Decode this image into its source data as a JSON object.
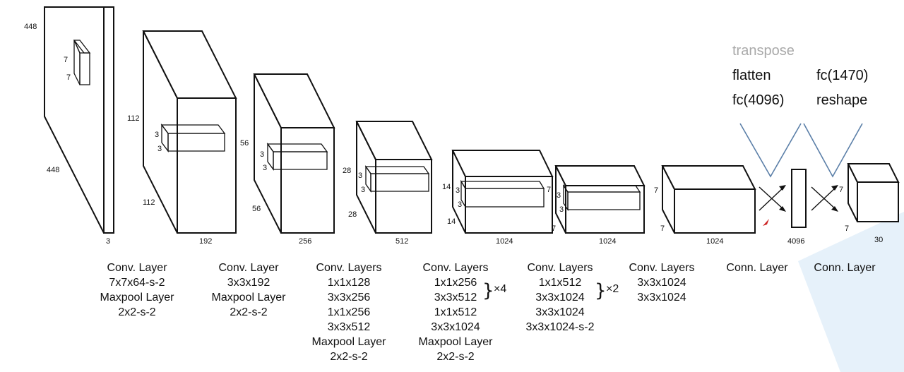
{
  "annotations": {
    "transpose": "transpose",
    "flatten": "flatten",
    "fc_4096": "fc(4096)",
    "fc_1470": "fc(1470)",
    "reshape": "reshape"
  },
  "dims": {
    "input_h": "448",
    "input_w": "448",
    "input_c": "3",
    "k1_h": "7",
    "k1_w": "7",
    "l1_h": "112",
    "l1_w": "112",
    "l1_c": "192",
    "k2_h": "3",
    "k2_w": "3",
    "l2_h": "56",
    "l2_w": "56",
    "l2_c": "256",
    "k3_h": "3",
    "k3_w": "3",
    "l3_h": "28",
    "l3_w": "28",
    "l3_c": "512",
    "k4_h": "3",
    "k4_w": "3",
    "l4_h": "14",
    "l4_w": "14",
    "l4_c": "1024",
    "k5_h": "3",
    "k5_w": "3",
    "l5_h": "7",
    "l5_w": "7",
    "l5_c": "1024",
    "k6_h": "3",
    "k6_w": "3",
    "l6_h": "7",
    "l6_w": "7",
    "l6_c": "1024",
    "fc_len": "4096",
    "out_h": "7",
    "out_w": "7",
    "out_c": "30"
  },
  "captions": {
    "c1": [
      "Conv. Layer",
      "7x7x64-s-2",
      "Maxpool Layer",
      "2x2-s-2"
    ],
    "c2": [
      "Conv. Layer",
      "3x3x192",
      "Maxpool Layer",
      "2x2-s-2"
    ],
    "c3": [
      "Conv. Layers",
      "1x1x128",
      "3x3x256",
      "1x1x256",
      "3x3x512",
      "Maxpool Layer",
      "2x2-s-2"
    ],
    "c4": [
      "Conv. Layers",
      "1x1x256",
      "3x3x512",
      "1x1x512",
      "3x3x1024",
      "Maxpool Layer",
      "2x2-s-2"
    ],
    "c5": [
      "Conv. Layers",
      "1x1x512",
      "3x3x1024",
      "3x3x1024",
      "3x3x1024-s-2"
    ],
    "c6": [
      "Conv. Layers",
      "3x3x1024",
      "3x3x1024"
    ],
    "c7": [
      "Conn. Layer"
    ],
    "c8": [
      "Conn. Layer"
    ]
  },
  "repeat": {
    "x4": "×4",
    "x2": "×2"
  },
  "colors": {
    "annotation_lines": "#5b7fa8",
    "muted_text": "#a9a9a9",
    "highlight": "#e6f1fa"
  }
}
